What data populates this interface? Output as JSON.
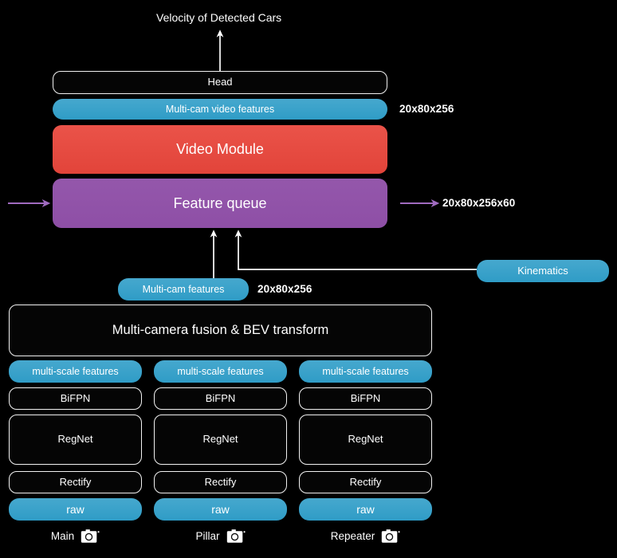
{
  "diagram": {
    "title_text": "Velocity of Detected Cars",
    "colors": {
      "background": "#000000",
      "blue": "#3BA3CC",
      "red": "#E74C42",
      "purple": "#9153A8",
      "outline": "#F2F2F2",
      "arrow_purple": "#A06BC0",
      "arrow_white": "#FFFFFF"
    },
    "output": {
      "label": "Velocity of Detected Cars"
    },
    "head": {
      "label": "Head"
    },
    "multicam_video_features": {
      "label": "Multi-cam video features",
      "dim": "20x80x256"
    },
    "video_module": {
      "label": "Video Module"
    },
    "feature_queue": {
      "label": "Feature queue",
      "dim_out": "20x80x256x60"
    },
    "multicam_features": {
      "label": "Multi-cam features",
      "dim": "20x80x256"
    },
    "kinematics": {
      "label": "Kinematics"
    },
    "fusion": {
      "label": "Multi-camera fusion & BEV transform"
    },
    "columns": [
      {
        "multi_scale": "multi-scale features",
        "bifpn": "BiFPN",
        "regnet": "RegNet",
        "rectify": "Rectify",
        "raw": "raw",
        "camera": "Main",
        "camera_icon": "camera-icon"
      },
      {
        "multi_scale": "multi-scale features",
        "bifpn": "BiFPN",
        "regnet": "RegNet",
        "rectify": "Rectify",
        "raw": "raw",
        "camera": "Pillar",
        "camera_icon": "camera-icon"
      },
      {
        "multi_scale": "multi-scale features",
        "bifpn": "BiFPN",
        "regnet": "RegNet",
        "rectify": "Rectify",
        "raw": "raw",
        "camera": "Repeater",
        "camera_icon": "camera-icon"
      }
    ]
  }
}
